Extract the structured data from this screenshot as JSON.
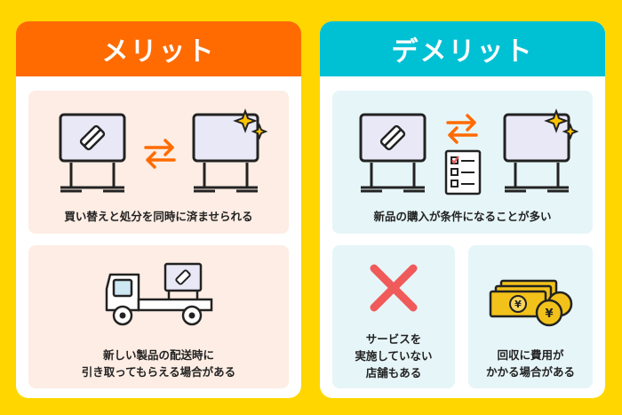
{
  "merit": {
    "title": "メリット",
    "item1": "買い替えと処分を同時に済ませられる",
    "item2_line1": "新しい製品の配送時に",
    "item2_line2": "引き取ってもらえる場合がある"
  },
  "demerit": {
    "title": "デメリット",
    "item1": "新品の購入が条件になることが多い",
    "item2_line1": "サービスを",
    "item2_line2": "実施していない",
    "item2_line3": "店舗もある",
    "item3_line1": "回収に費用が",
    "item3_line2": "かかる場合がある"
  },
  "colors": {
    "background": "#FFD600",
    "merit_accent": "#FF6B00",
    "demerit_accent": "#00C1D4",
    "cross": "#F05A5A",
    "money": "#F2C21B"
  },
  "icons": {
    "currency_symbol": "¥"
  }
}
